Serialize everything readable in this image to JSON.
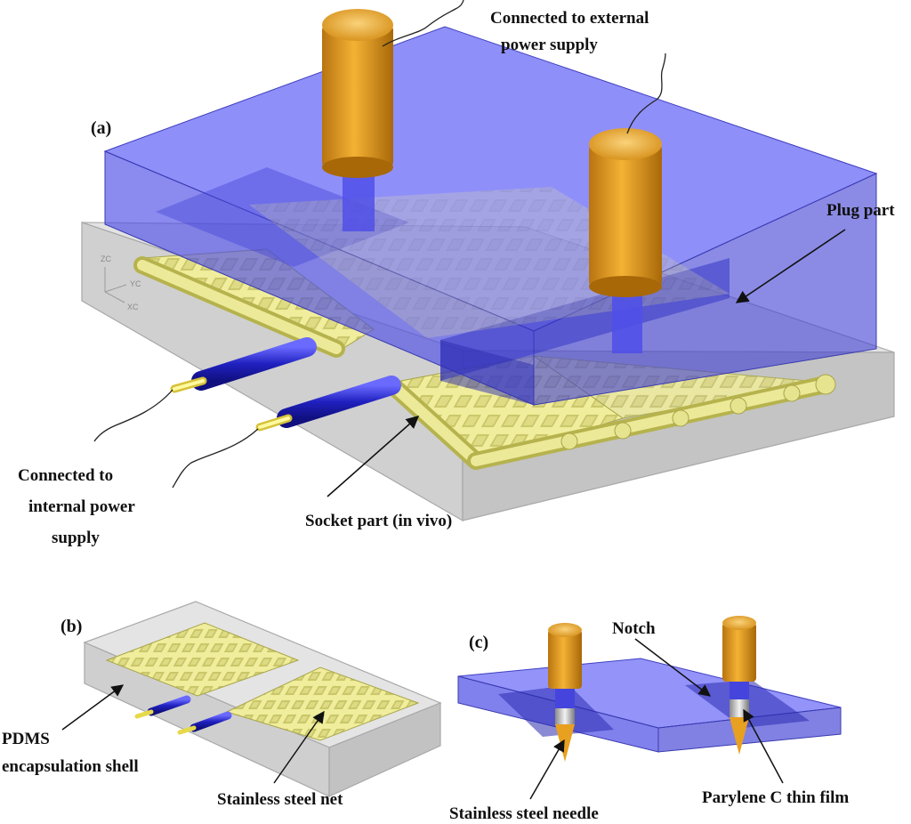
{
  "panels": {
    "a": "(a)",
    "b": "(b)",
    "c": "(c)"
  },
  "labels": {
    "external_line1": "Connected to external",
    "external_line2": "power supply",
    "plug_part": "Plug part",
    "internal_line1": "Connected to",
    "internal_line2": "internal power",
    "internal_line3": "supply",
    "socket_part": "Socket part (in vivo)",
    "pdms_line1": "PDMS",
    "pdms_line2": "encapsulation shell",
    "steel_net": "Stainless steel net",
    "notch": "Notch",
    "steel_needle": "Stainless steel needle",
    "parylene": "Parylene C thin film"
  },
  "axis_triad": {
    "z": "ZC",
    "y": "YC",
    "x": "XC"
  },
  "colors": {
    "plug_blue": "#5a5af5",
    "gel_gray": "#d6d6d6",
    "mesh_yellow": "#e8e696",
    "electrode_gold": "#e8a020",
    "wire_blue": "#2a2acc",
    "label_text": "#111111"
  }
}
